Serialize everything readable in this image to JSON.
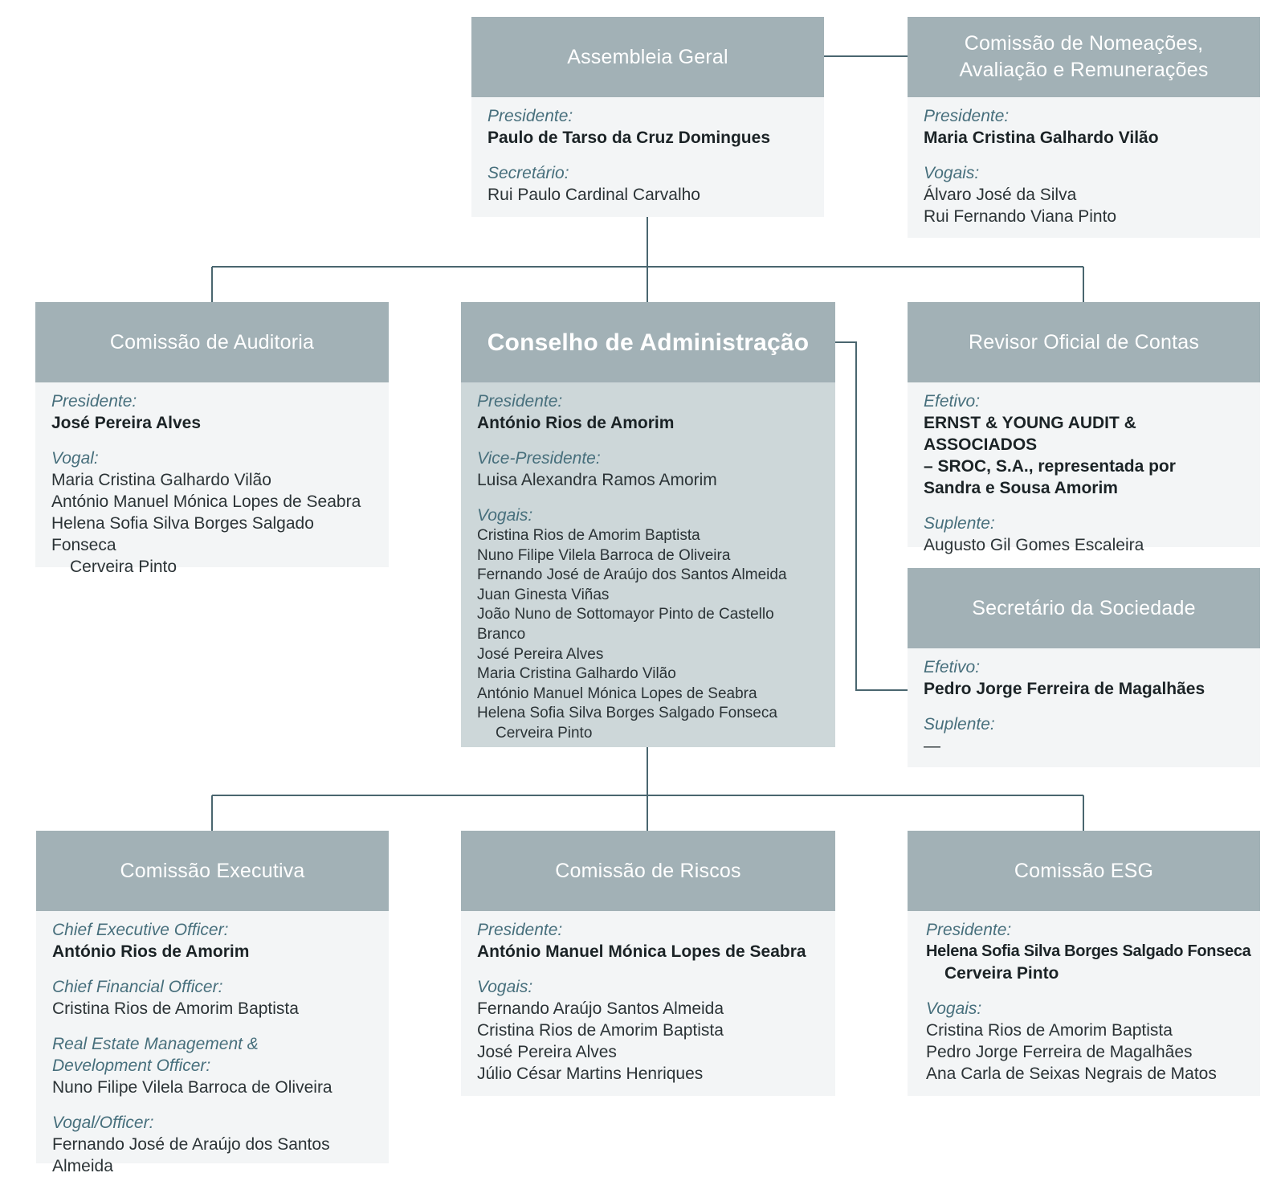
{
  "boxes": [
    {
      "id": "assembleia-geral",
      "title": "Assembleia Geral",
      "sections": [
        {
          "role": "Presidente:",
          "names": [
            "Paulo de Tarso da Cruz Domingues"
          ],
          "bold": true
        },
        {
          "role": "Secretário:",
          "names": [
            "Rui Paulo Cardinal Carvalho"
          ]
        }
      ]
    },
    {
      "id": "comissao-nomeacoes",
      "title": "Comissão de Nomeações, Avaliação e Remunerações",
      "sections": [
        {
          "role": "Presidente:",
          "names": [
            "Maria Cristina Galhardo Vilão"
          ],
          "bold": true
        },
        {
          "role": "Vogais:",
          "names": [
            "Álvaro José da Silva",
            "Rui Fernando Viana Pinto"
          ]
        }
      ]
    },
    {
      "id": "comissao-auditoria",
      "title": "Comissão de Auditoria",
      "sections": [
        {
          "role": "Presidente:",
          "names": [
            "José Pereira Alves"
          ],
          "bold": true
        },
        {
          "role": "Vogal:",
          "names": [
            "Maria Cristina Galhardo Vilão",
            "António Manuel Mónica Lopes de Seabra",
            "Helena Sofia Silva Borges Salgado Fonseca",
            "Cerveira Pinto"
          ],
          "indent": [
            3
          ]
        }
      ]
    },
    {
      "id": "conselho-administracao",
      "title": "Conselho de Administração",
      "sections": [
        {
          "role": "Presidente:",
          "names": [
            "António Rios de Amorim"
          ],
          "bold": true
        },
        {
          "role": "Vice-Presidente:",
          "names": [
            "Luisa Alexandra Ramos Amorim"
          ]
        },
        {
          "role": "Vogais:",
          "names": [
            "Cristina Rios de Amorim Baptista",
            "Nuno Filipe Vilela Barroca de Oliveira",
            "Fernando José de Araújo dos Santos Almeida",
            "Juan Ginesta Viñas",
            "João Nuno de Sottomayor Pinto de Castello Branco",
            "José Pereira Alves",
            "Maria Cristina Galhardo Vilão",
            "António Manuel Mónica Lopes de Seabra",
            "Helena Sofia Silva Borges Salgado Fonseca",
            "Cerveira Pinto"
          ],
          "indent": [
            9
          ],
          "small": true
        }
      ]
    },
    {
      "id": "revisor-oficial",
      "title": "Revisor Oficial de Contas",
      "sections": [
        {
          "role": "Efetivo:",
          "names": [
            "ERNST & YOUNG AUDIT & ASSOCIADOS",
            "– SROC, S.A., representada por",
            "Sandra e Sousa Amorim"
          ],
          "bold": true
        },
        {
          "role": "Suplente:",
          "names": [
            "Augusto Gil Gomes Escaleira"
          ]
        }
      ]
    },
    {
      "id": "secretario-sociedade",
      "title": "Secretário da Sociedade",
      "sections": [
        {
          "role": "Efetivo:",
          "names": [
            "Pedro Jorge Ferreira de Magalhães"
          ],
          "bold": true
        },
        {
          "role": "Suplente:",
          "names": [
            "—"
          ]
        }
      ]
    },
    {
      "id": "comissao-executiva",
      "title": "Comissão Executiva",
      "sections": [
        {
          "role": "Chief Executive Officer:",
          "names": [
            "António Rios de Amorim"
          ],
          "bold": true
        },
        {
          "role": "Chief Financial Officer:",
          "names": [
            "Cristina Rios de Amorim Baptista"
          ]
        },
        {
          "role": "Real Estate Management & Development Officer:",
          "names": [
            "Nuno Filipe Vilela Barroca de Oliveira"
          ]
        },
        {
          "role": "Vogal/Officer:",
          "names": [
            "Fernando José de Araújo dos Santos Almeida"
          ]
        }
      ]
    },
    {
      "id": "comissao-riscos",
      "title": "Comissão de Riscos",
      "sections": [
        {
          "role": "Presidente:",
          "names": [
            "António Manuel Mónica Lopes de Seabra"
          ],
          "bold": true
        },
        {
          "role": "Vogais:",
          "names": [
            "Fernando Araújo Santos Almeida",
            "Cristina Rios de Amorim Baptista",
            "José Pereira Alves",
            "Júlio César Martins Henriques"
          ]
        }
      ]
    },
    {
      "id": "comissao-esg",
      "title": "Comissão ESG",
      "sections": [
        {
          "role": "Presidente:",
          "names": [
            "Helena Sofia Silva Borges Salgado Fonseca",
            "Cerveira Pinto"
          ],
          "bold": true,
          "indent": [
            1
          ]
        },
        {
          "role": "Vogais:",
          "names": [
            "Cristina Rios de Amorim Baptista",
            "Pedro Jorge Ferreira de Magalhães",
            "Ana Carla de Seixas Negrais de Matos"
          ]
        }
      ]
    }
  ],
  "colors": {
    "header": "#a2b1b6",
    "body": "#f3f5f6",
    "highlight": "#cdd7d9",
    "role_text": "#476f7c",
    "connector": "#4a666f"
  }
}
